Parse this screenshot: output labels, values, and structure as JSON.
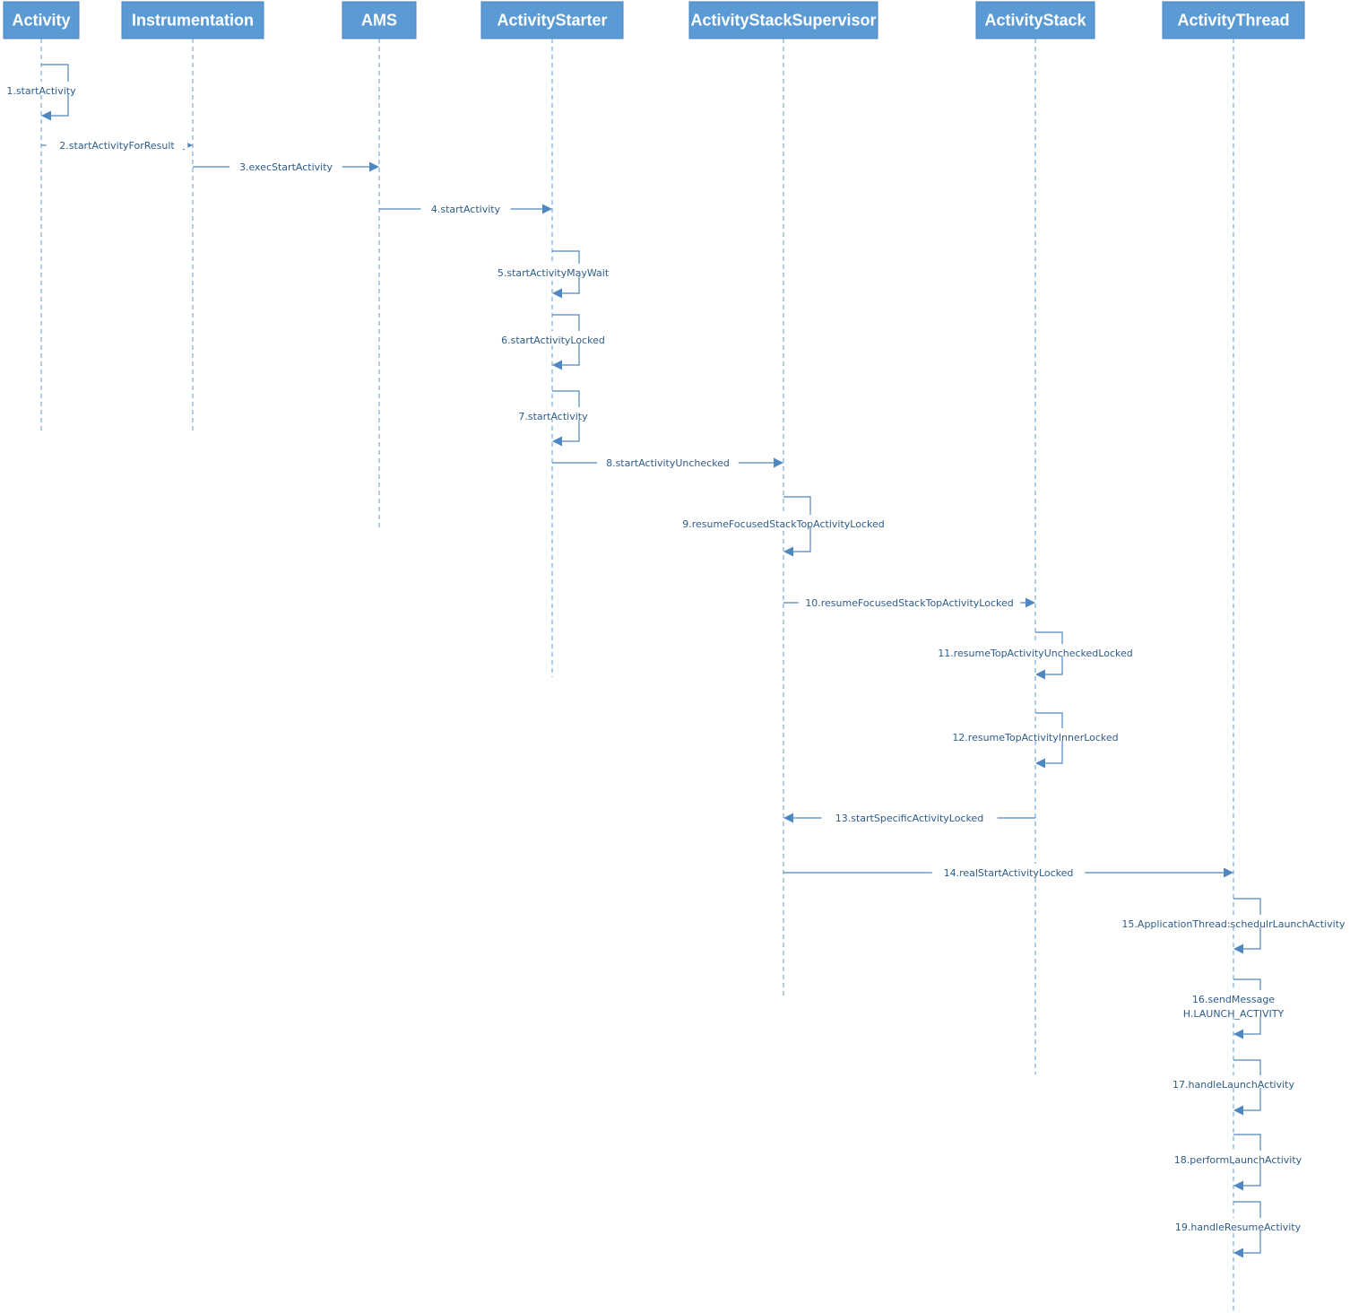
{
  "participants": [
    {
      "id": "activity",
      "name": "Activity"
    },
    {
      "id": "instrumentation",
      "name": "Instrumentation"
    },
    {
      "id": "ams",
      "name": "AMS"
    },
    {
      "id": "activity-starter",
      "name": "ActivityStarter"
    },
    {
      "id": "activity-stack-supervisor",
      "name": "ActivityStackSupervisor"
    },
    {
      "id": "activity-stack",
      "name": "ActivityStack"
    },
    {
      "id": "activity-thread",
      "name": "ActivityThread"
    }
  ],
  "messages": [
    {
      "from": "activity",
      "to": "activity",
      "label": "1.startActivity"
    },
    {
      "from": "activity",
      "to": "instrumentation",
      "label": "2.startActivityForResult"
    },
    {
      "from": "instrumentation",
      "to": "ams",
      "label": "3.execStartActivity"
    },
    {
      "from": "ams",
      "to": "activity-starter",
      "label": "4.startActivity"
    },
    {
      "from": "activity-starter",
      "to": "activity-starter",
      "label": "5.startActivityMayWait"
    },
    {
      "from": "activity-starter",
      "to": "activity-starter",
      "label": "6.startActivityLocked"
    },
    {
      "from": "activity-starter",
      "to": "activity-starter",
      "label": "7.startActivity"
    },
    {
      "from": "activity-starter",
      "to": "activity-stack-supervisor",
      "label": "8.startActivityUnchecked"
    },
    {
      "from": "activity-stack-supervisor",
      "to": "activity-stack-supervisor",
      "label": "9.resumeFocusedStackTopActivityLocked"
    },
    {
      "from": "activity-stack-supervisor",
      "to": "activity-stack",
      "label": "10.resumeFocusedStackTopActivityLocked"
    },
    {
      "from": "activity-stack",
      "to": "activity-stack",
      "label": "11.resumeTopActivityUncheckedLocked"
    },
    {
      "from": "activity-stack",
      "to": "activity-stack",
      "label": "12.resumeTopActivityInnerLocked"
    },
    {
      "from": "activity-stack",
      "to": "activity-stack-supervisor",
      "label": "13.startSpecificActivityLocked"
    },
    {
      "from": "activity-stack-supervisor",
      "to": "activity-thread",
      "label": "14.realStartActivityLocked"
    },
    {
      "from": "activity-thread",
      "to": "activity-thread",
      "label": "15.ApplicationThread:schedulrLaunchActivity"
    },
    {
      "from": "activity-thread",
      "to": "activity-thread",
      "label": "16.sendMessage\nH.LAUNCH_ACTIVITY"
    },
    {
      "from": "activity-thread",
      "to": "activity-thread",
      "label": "17.handleLaunchActivity"
    },
    {
      "from": "activity-thread",
      "to": "activity-thread",
      "label": "18.performLaunchActivity"
    },
    {
      "from": "activity-thread",
      "to": "activity-thread",
      "label": "19.handleResumeActivity"
    }
  ]
}
